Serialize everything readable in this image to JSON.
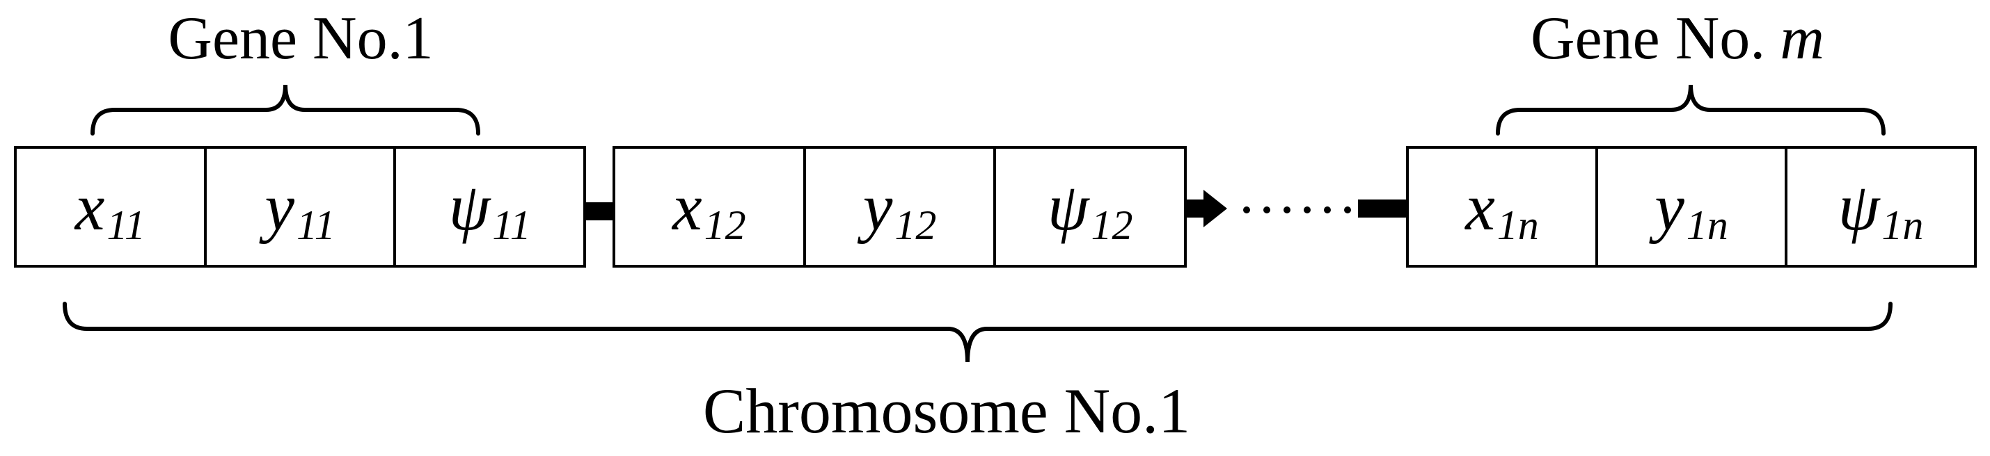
{
  "labels": {
    "gene_first": "Gene No.1",
    "gene_last_prefix": "Gene No.",
    "gene_last_var": "m",
    "chromosome": "Chromosome No.1"
  },
  "groups": [
    {
      "name": "gene-1",
      "cells": [
        {
          "sym": "x",
          "sub": "11"
        },
        {
          "sym": "y",
          "sub": "11"
        },
        {
          "sym": "ψ",
          "sub": "11"
        }
      ]
    },
    {
      "name": "gene-2",
      "cells": [
        {
          "sym": "x",
          "sub": "12"
        },
        {
          "sym": "y",
          "sub": "12"
        },
        {
          "sym": "ψ",
          "sub": "12"
        }
      ]
    },
    {
      "name": "gene-m",
      "cells": [
        {
          "sym": "x",
          "sub": "1n"
        },
        {
          "sym": "y",
          "sub": "1n"
        },
        {
          "sym": "ψ",
          "sub": "1n"
        }
      ]
    }
  ],
  "icons": {
    "arrows": "right-arrow",
    "ellipsis": "dotted-continuation",
    "braces": "curly-brace"
  },
  "colors": {
    "foreground": "#000000",
    "background": "#ffffff"
  }
}
